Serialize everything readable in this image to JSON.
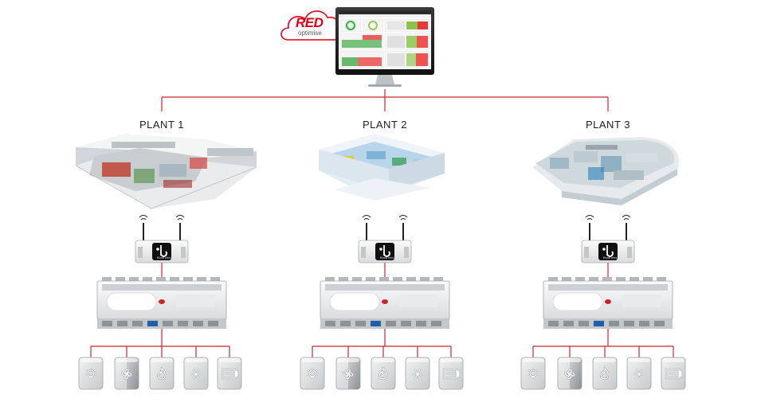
{
  "cloud": {
    "brand": "RED",
    "product": "optimise",
    "icon": "cloud-icon"
  },
  "plants": [
    {
      "title": "PLANT 1",
      "building_style": "office-block"
    },
    {
      "title": "PLANT 2",
      "building_style": "warehouse"
    },
    {
      "title": "PLANT 3",
      "building_style": "curved-mall"
    }
  ],
  "gateway": {
    "icon": "b-logo-icon",
    "label": "Boss mini"
  },
  "devices": [
    {
      "icon": "light-bulb-icon"
    },
    {
      "icon": "fan-icon"
    },
    {
      "icon": "flame-icon"
    },
    {
      "icon": "snowflake-icon"
    },
    {
      "icon": "meter-icon"
    }
  ],
  "colors": {
    "connector": "#c9262c",
    "brand": "#e1001a"
  }
}
